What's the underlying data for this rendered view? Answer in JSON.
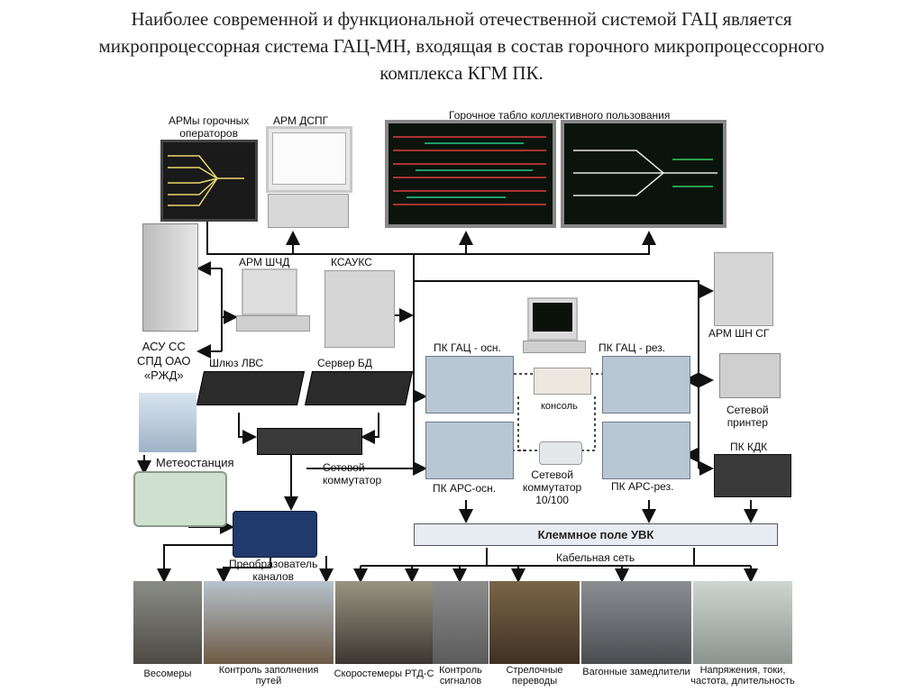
{
  "title": {
    "line1": "Наиболее современной и функциональной отечественной системой ГАЦ является",
    "line2": "микропроцессорная система ГАЦ-МН, входящая в состав горочного микропроцессорного",
    "line3": "комплекса КГМ ПК."
  },
  "labels": {
    "arm_operators": "АРМы горочных\nоператоров",
    "arm_dspg": "АРМ ДСПГ",
    "tablo": "Горочное табло коллективного пользования",
    "arm_shchd": "АРМ ШЧД",
    "ksauks": "КСАУКС",
    "asu_ss": "АСУ СС\nСПД ОАО\n«РЖД»",
    "shlyuz": "Шлюз ЛВС",
    "server_bd": "Сервер БД",
    "meteo": "Метеостанция",
    "set_komm": "Сетевой\nкоммутатор",
    "preobr": "Преобразователь\nканалов",
    "pk_gac_osn": "ПК ГАЦ - осн.",
    "pk_gac_rez": "ПК ГАЦ - рез.",
    "konsol": "консоль",
    "pk_ars_osn": "ПК  АРС-осн.",
    "pk_ars_rez": "ПК  АРС-рез.",
    "komm_10_100": "Сетевой\nкоммутатор\n10/100",
    "arm_shn_sg": "АРМ ШН СГ",
    "set_printer": "Сетевой\nпринтер",
    "pk_kdk": "ПК КДК",
    "klemm": "Клеммное поле УВК",
    "kabel": "Кабельная сеть"
  },
  "sensors": [
    "Весомеры",
    "Контроль заполнения\nпутей",
    "Скоростемеры РТД-С",
    "Контроль\nсигналов",
    "Стрелочные\nпереводы",
    "Вагонные замедлители",
    "Напряжения, токи,\nчастота, длительность"
  ],
  "colors": {
    "wire": "#111111",
    "server": "#b9c6d4",
    "rack": "#2b2b2b",
    "screen": "#0d1a10"
  }
}
